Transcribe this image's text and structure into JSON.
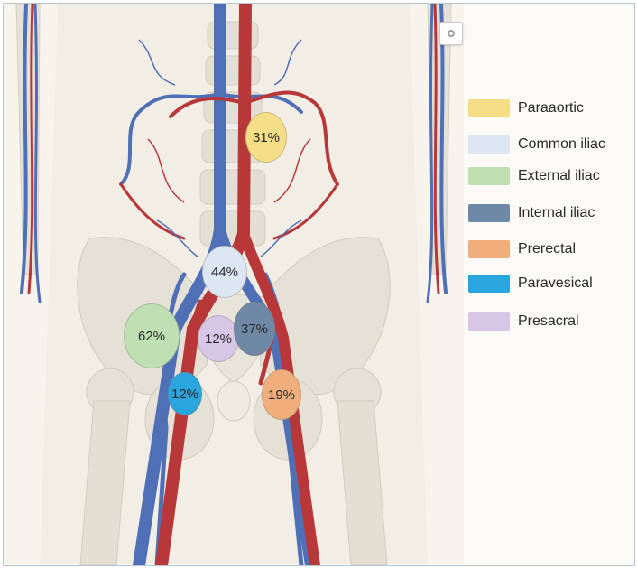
{
  "legend": {
    "items": [
      {
        "label": "Paraaortic",
        "color": "#f6de86"
      },
      {
        "label": "Common iliac",
        "color": "#dde6f3"
      },
      {
        "label": "External iliac",
        "color": "#bfe0b2"
      },
      {
        "label": "Internal iliac",
        "color": "#6f88a6"
      },
      {
        "label": "Prerectal",
        "color": "#efae7c"
      },
      {
        "label": "Paravesical",
        "color": "#2aa6de"
      },
      {
        "label": "Presacral",
        "color": "#d8c6e6"
      }
    ]
  },
  "nodes": {
    "paraaortic": {
      "value": "31%",
      "color": "#f6de86"
    },
    "common_iliac": {
      "value": "44%",
      "color": "#dde6f3"
    },
    "external_iliac": {
      "value": "62%",
      "color": "#bfe0b2"
    },
    "internal_iliac": {
      "value": "37%",
      "color": "#6f88a6"
    },
    "prerectal": {
      "value": "19%",
      "color": "#efae7c"
    },
    "paravesical": {
      "value": "12%",
      "color": "#2aa6de"
    },
    "presacral": {
      "value": "12%",
      "color": "#d8c6e6"
    }
  },
  "colors": {
    "artery": "#b8383a",
    "vein": "#4f6fb6",
    "bone": "#e9e5dc",
    "body": "#f4f1ea"
  }
}
